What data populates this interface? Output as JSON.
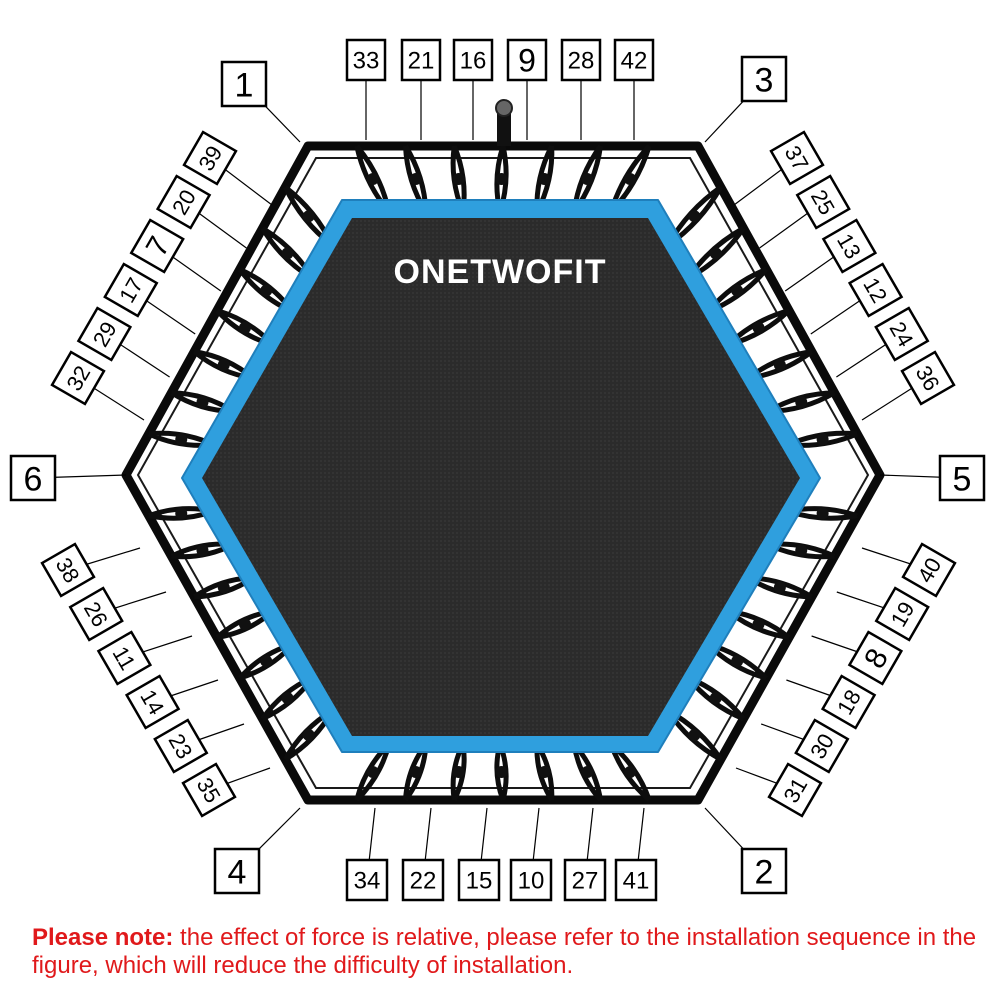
{
  "brand_logo": "ONETWOFIT",
  "note": {
    "prefix": "Please note:",
    "text": " the effect of force is relative, please refer to the installation sequence in the figure, which will reduce the difficulty of installation."
  },
  "corner_labels": [
    "1",
    "3",
    "6",
    "5",
    "4",
    "2"
  ],
  "top_labels": [
    "33",
    "21",
    "16",
    "9",
    "28",
    "42"
  ],
  "bottom_labels": [
    "34",
    "22",
    "15",
    "10",
    "27",
    "41"
  ],
  "upper_left_labels": [
    "39",
    "20",
    "7",
    "17",
    "29",
    "32"
  ],
  "upper_right_labels": [
    "37",
    "25",
    "13",
    "12",
    "24",
    "36"
  ],
  "lower_left_labels": [
    "38",
    "26",
    "11",
    "14",
    "23",
    "35"
  ],
  "lower_right_labels": [
    "40",
    "19",
    "8",
    "18",
    "30",
    "31"
  ],
  "colors": {
    "frame": "#0a0a0a",
    "mat": "#2b2b2b",
    "border": "#2f9fde",
    "logo": "#ffffff",
    "note": "#e0191b"
  }
}
